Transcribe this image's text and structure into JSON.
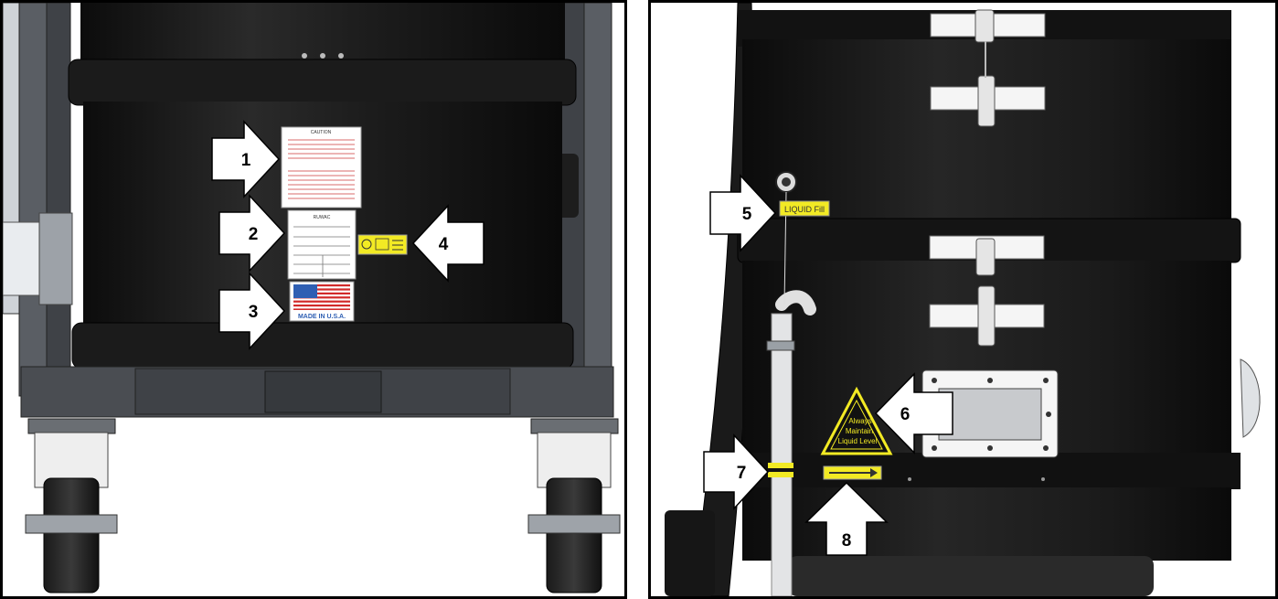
{
  "callouts": {
    "c1": "1",
    "c2": "2",
    "c3": "3",
    "c4": "4",
    "c5": "5",
    "c6": "6",
    "c7": "7",
    "c8": "8"
  },
  "labels": {
    "caution_title": "CAUTION",
    "brand": "RUWAC",
    "made_in": "MADE IN U.S.A.",
    "fill_tag": "LIQUID Fill",
    "warning_line1": "Always",
    "warning_line2": "Maintain",
    "warning_line3": "Liquid Level"
  },
  "colors": {
    "body": "#151515",
    "frame": "#4a4d52",
    "label_yellow": "#f2ea24",
    "flag_red": "#d22a2a",
    "flag_blue": "#2f5fb3",
    "arrow_fill": "#ffffff"
  }
}
